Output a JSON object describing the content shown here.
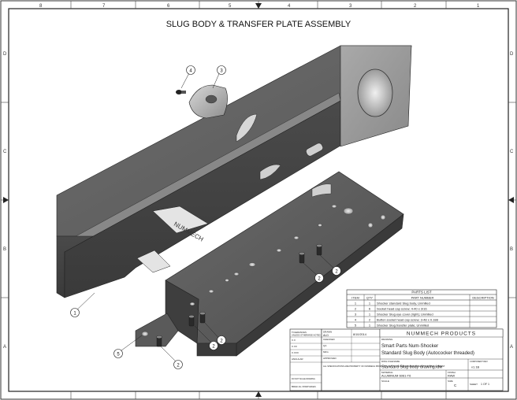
{
  "drawing": {
    "title": "SLUG BODY & TRANSFER PLATE ASSEMBLY"
  },
  "border": {
    "columns_top": [
      "8",
      "7",
      "6",
      "5",
      "4",
      "3",
      "2",
      "1"
    ],
    "rows_left": [
      "D",
      "C",
      "B",
      "A"
    ],
    "rows_right": [
      "D",
      "C",
      "B",
      "A"
    ]
  },
  "balloons": {
    "b1": "1",
    "b2a": "2",
    "b2b": "2",
    "b2c": "2",
    "b2d": "2",
    "b3": "3",
    "b4": "4",
    "b5": "5"
  },
  "parts_list": {
    "title": "PARTS LIST",
    "headers": [
      "ITEM",
      "QTY",
      "PART NUMBER",
      "DESCRIPTION"
    ],
    "rows": [
      [
        "1",
        "1",
        "Shocker standard Slug body, Unmilled",
        ""
      ],
      [
        "2",
        "6",
        "Socket head cap screw; 4-40 x 3/16",
        ""
      ],
      [
        "3",
        "1",
        "Shocker Slug eye cover (right); Unmilled",
        ""
      ],
      [
        "4",
        "2",
        "Button socket head cap screw; 3-48 x 0.188",
        ""
      ],
      [
        "5",
        "1",
        "Shocker Slug transfer plate; Unmilled",
        ""
      ]
    ]
  },
  "title_block": {
    "company": "NUMMECH PRODUCTS",
    "drawn_label": "DRAWN",
    "drawn_by": "ALD",
    "drawn_date": "8/10/2014",
    "checked_label": "CHECKED",
    "qa_label": "QA",
    "mfg_label": "MFG",
    "approved_label": "APPROVED",
    "drawing_label": "DRAWING",
    "drawing_line1": "Smart Parts Num-Shocker",
    "drawing_line2": "Standard Slug Body (Autococker threaded)",
    "dwg_file_label": "DWG FILENAME",
    "dwg_file": "Standard Slug body drawing.idw",
    "material_label": "MATERIAL",
    "material": "ALUMINUM 6061-T6",
    "finish_label": "FINISH",
    "finish": "RAW",
    "size_label": "SIZE",
    "size": "C",
    "scale_label": "SCALE",
    "sheet_label": "SHEET",
    "sheet_value": "1 OF 1",
    "component_rev_label": "COMPONENT REV",
    "component_rev": "v1.1B"
  },
  "tolerance_block": {
    "lines": [
      "TOLERANCES",
      "UNLESS OTHERWISE NOTED",
      "X.X",
      "X.XX",
      "X.XXX",
      "ANGULAR",
      "DO NOT SCALE DRAWING",
      "BREAK ALL SHARP EDGES"
    ],
    "notice": "ALL SPECIFICATIONS ARE PROPERTY OF NUMMECH PRODUCTS. NOT TO BE REPRODUCED WITHOUT WRITTEN CONSENT."
  }
}
